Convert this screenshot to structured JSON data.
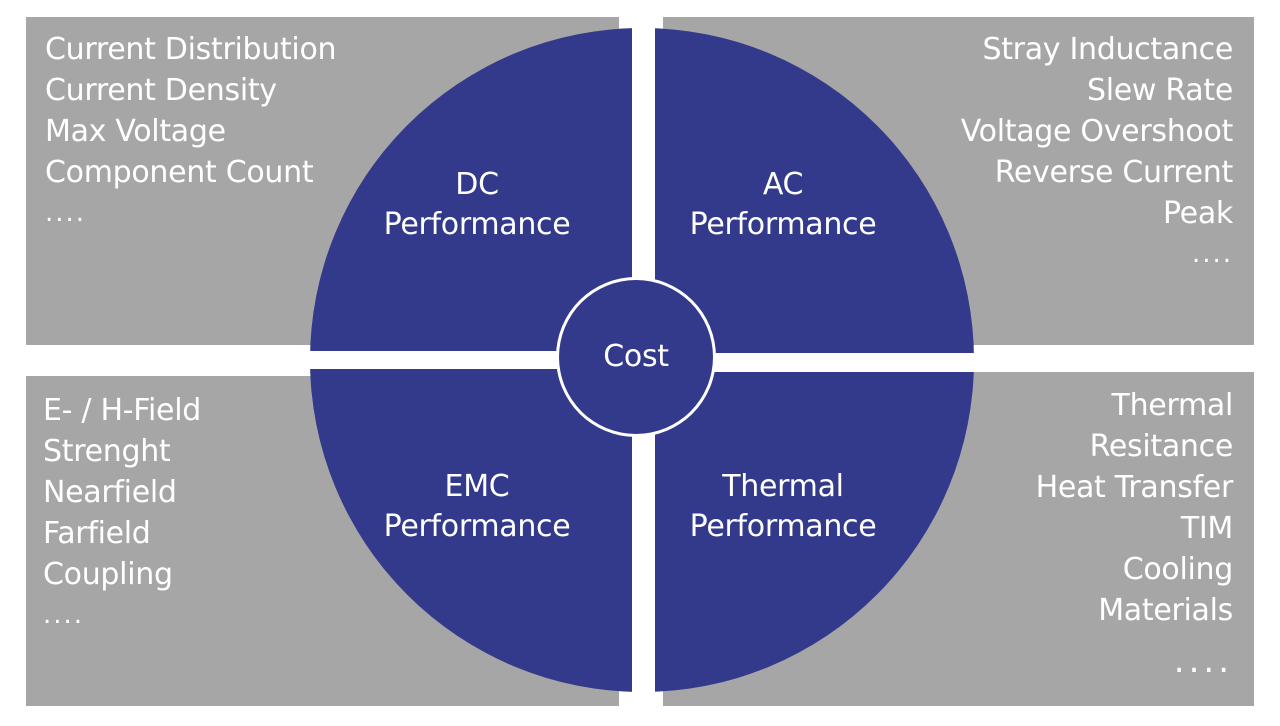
{
  "panels": {
    "top_left": [
      "Current Distribution",
      "Current Density",
      "Max Voltage",
      "Component Count",
      "...."
    ],
    "top_right": [
      "Stray Inductance",
      "Slew Rate",
      "Voltage Overshoot",
      "Reverse Current",
      "Peak",
      "...."
    ],
    "bottom_left": [
      "E- / H-Field",
      "Strenght",
      "Nearfield",
      "Farfield",
      "Coupling",
      "...."
    ],
    "bottom_right": [
      "Thermal",
      "Resitance",
      "Heat Transfer",
      "TIM",
      "Cooling",
      "Materials",
      "...."
    ]
  },
  "quadrants": {
    "dc": {
      "line1": "DC",
      "line2": "Performance"
    },
    "ac": {
      "line1": "AC",
      "line2": "Performance"
    },
    "emc": {
      "line1": "EMC",
      "line2": "Performance"
    },
    "thermal": {
      "line1": "Thermal",
      "line2": "Performance"
    }
  },
  "center": {
    "label": "Cost"
  },
  "colors": {
    "panel": "#a6a6a6",
    "quadrant": "#333a8b",
    "text": "#ffffff"
  }
}
